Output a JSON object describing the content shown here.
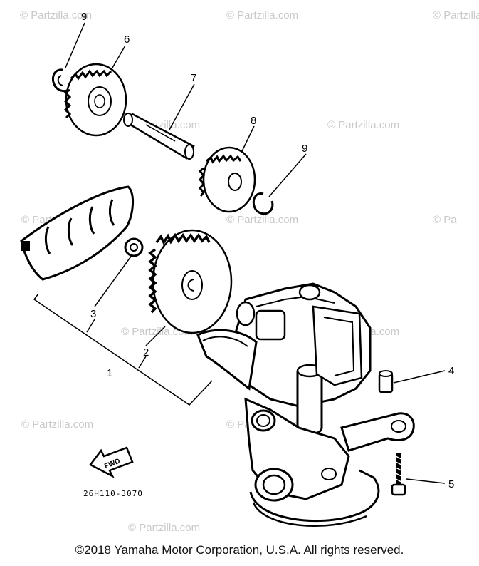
{
  "watermarks": [
    "© Partzilla.com",
    "© Partzilla.com",
    "© Partzilla.com",
    "© Partzilla.com",
    "© Partzilla.com",
    "© Partzilla.com",
    "© Partzilla.com",
    "© Partzilla.com",
    "© Partzilla.com",
    "© Partzilla.com",
    "© Partzilla.com",
    "© Partzilla.com",
    "© Pa"
  ],
  "callouts": {
    "c1": "1",
    "c2": "2",
    "c3": "3",
    "c4": "4",
    "c5": "5",
    "c6": "6",
    "c7": "7",
    "c8": "8",
    "c9a": "9",
    "c9b": "9"
  },
  "fwd_arrow_label": "FWD",
  "diagram_code": "26H110-3070",
  "copyright": "©2018  Yamaha Motor Corporation, U.S.A. All rights reserved."
}
